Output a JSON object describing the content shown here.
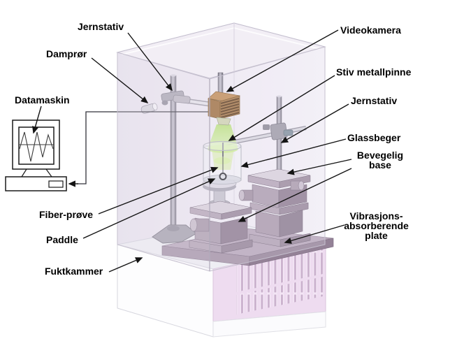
{
  "diagram": {
    "description": "Labeled 3D illustration of a fiber humidity-chamber experiment setup",
    "language": "Norwegian"
  },
  "labels": {
    "jernstativ_top": "Jernstativ",
    "dampror": "Damprør",
    "datamaskin": "Datamaskin",
    "videokamera": "Videokamera",
    "stiv_metallpinne": "Stiv metallpinne",
    "jernstativ_right": "Jernstativ",
    "glassbeger": "Glassbeger",
    "bevegelig_base": "Bevegelig\nbase",
    "fiber_prove": "Fiber-prøve",
    "paddle": "Paddle",
    "fuktkammer": "Fuktkammer",
    "vibrasjons_plate": "Vibrasjons-\nabsorberende\nplate"
  },
  "colors": {
    "background": "#ffffff",
    "label_text": "#000000",
    "arrow": "#141414",
    "chamber_glass": "#ece7f2",
    "camera_brown": "#a5713d",
    "camera_fin_dark": "#5d3c1c",
    "beam_green": "#c9e892",
    "vent_panel_pink": "#eedcf0",
    "vent_slot": "#cbb3ce",
    "vibration_plate_mauve": "#b2a0b4",
    "movable_base_gray": "#ab9cad",
    "platform_white": "#f2f2f6",
    "rod_metal": "#a7a4b0"
  }
}
